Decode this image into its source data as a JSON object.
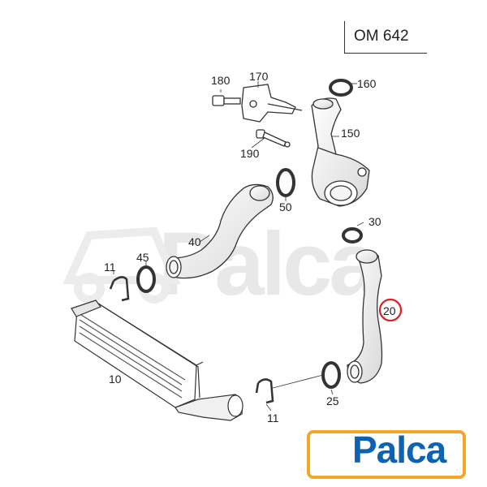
{
  "engine_code": "OM 642",
  "watermark": "Palca",
  "logo": {
    "text": "Palca",
    "accent_color": "#f2a62a",
    "text_color": "#0c62b3"
  },
  "highlight_color": "#e02020",
  "callouts": {
    "p180": "180",
    "p170": "170",
    "p160": "160",
    "p150": "150",
    "p190": "190",
    "p50": "50",
    "p40": "40",
    "p30": "30",
    "p45": "45",
    "p11a": "11",
    "p20": "20",
    "p10": "10",
    "p25": "25",
    "p11b": "11"
  }
}
